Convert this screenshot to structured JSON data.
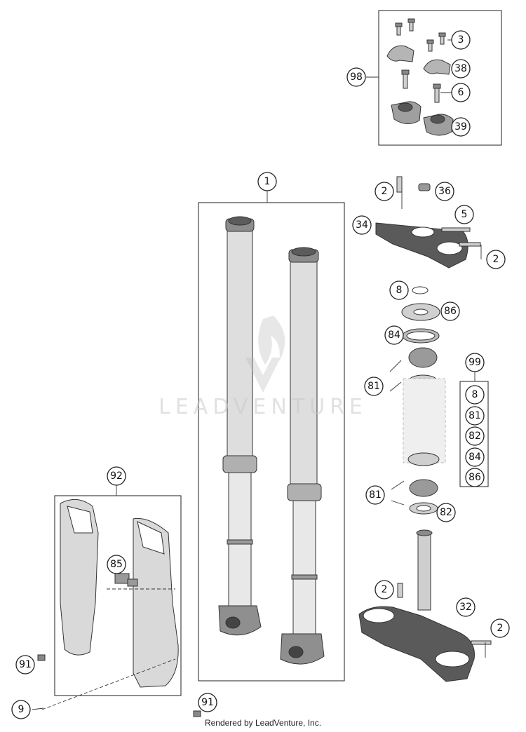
{
  "watermark": "LEADVENTURE",
  "footer": "Rendered by LeadVenture, Inc.",
  "callouts": {
    "c1": "1",
    "c2a": "2",
    "c2b": "2",
    "c2c": "2",
    "c2d": "2",
    "c3": "3",
    "c5": "5",
    "c6": "6",
    "c8a": "8",
    "c8b": "8",
    "c9": "9",
    "c32": "32",
    "c34": "34",
    "c36": "36",
    "c38": "38",
    "c39": "39",
    "c81a": "81",
    "c81b": "81",
    "c81c": "81",
    "c82a": "82",
    "c82b": "82",
    "c84a": "84",
    "c84b": "84",
    "c85": "85",
    "c86a": "86",
    "c86b": "86",
    "c91a": "91",
    "c91b": "91",
    "c92": "92",
    "c98": "98",
    "c99": "99"
  }
}
